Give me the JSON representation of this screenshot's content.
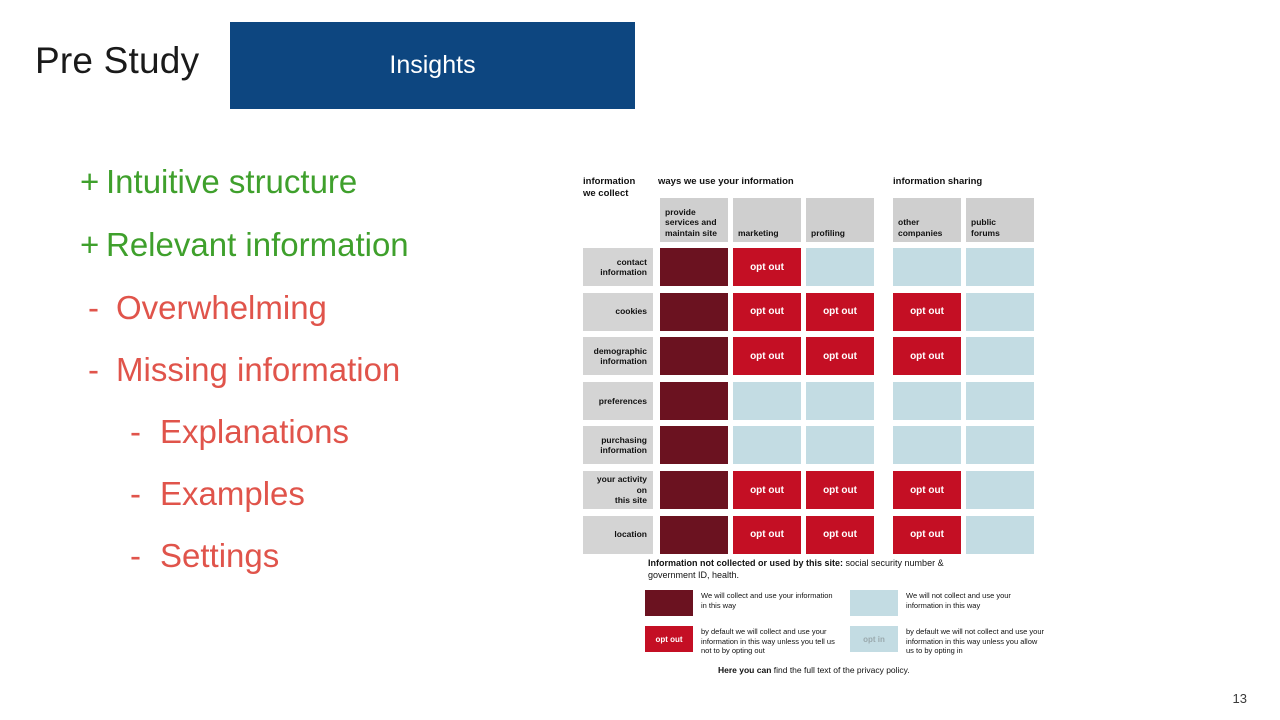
{
  "header": {
    "title": "Pre Study",
    "section_label": "Insights",
    "banner_color": "#0d4680"
  },
  "bullets": [
    {
      "mark": "+",
      "text": "Intuitive structure",
      "level": 0,
      "tone": "positive",
      "color": "#3fa02c"
    },
    {
      "mark": "+",
      "text": "Relevant information",
      "level": 0,
      "tone": "positive",
      "color": "#3fa02c"
    },
    {
      "mark": "-",
      "text": "Overwhelming",
      "level": 1,
      "tone": "negative",
      "color": "#e0544b"
    },
    {
      "mark": "-",
      "text": "Missing information",
      "level": 1,
      "tone": "negative",
      "color": "#e0544b"
    },
    {
      "mark": "-",
      "text": "Explanations",
      "level": 2,
      "tone": "negative",
      "color": "#e0544b"
    },
    {
      "mark": "-",
      "text": "Examples",
      "level": 2,
      "tone": "negative",
      "color": "#e0544b"
    },
    {
      "mark": "-",
      "text": "Settings",
      "level": 2,
      "tone": "negative",
      "color": "#e0544b"
    }
  ],
  "privacy_label": {
    "group_headings": {
      "collect": "information\nwe collect",
      "use": "ways we use your information",
      "sharing": "information sharing"
    },
    "columns": [
      {
        "key": "provide",
        "label": "provide\nservices and\nmaintain site",
        "group": "use"
      },
      {
        "key": "marketing",
        "label": "marketing",
        "group": "use"
      },
      {
        "key": "profiling",
        "label": "profiling",
        "group": "use"
      },
      {
        "key": "other_comp",
        "label": "other\ncompanies",
        "group": "sharing"
      },
      {
        "key": "public_for",
        "label": "public\nforums",
        "group": "sharing"
      }
    ],
    "rows": [
      {
        "label": "contact\ninformation",
        "cells": [
          "collect",
          "optout",
          "notuse",
          "notuse",
          "notuse"
        ]
      },
      {
        "label": "cookies",
        "cells": [
          "collect",
          "optout",
          "optout",
          "optout",
          "notuse"
        ]
      },
      {
        "label": "demographic\ninformation",
        "cells": [
          "collect",
          "optout",
          "optout",
          "optout",
          "notuse"
        ]
      },
      {
        "label": "preferences",
        "cells": [
          "collect",
          "notuse",
          "notuse",
          "notuse",
          "notuse"
        ]
      },
      {
        "label": "purchasing\ninformation",
        "cells": [
          "collect",
          "notuse",
          "notuse",
          "notuse",
          "notuse"
        ]
      },
      {
        "label": "your activity on\nthis site",
        "cells": [
          "collect",
          "optout",
          "optout",
          "optout",
          "notuse"
        ]
      },
      {
        "label": "location",
        "cells": [
          "collect",
          "optout",
          "optout",
          "optout",
          "notuse"
        ]
      }
    ],
    "optout_label": "opt out",
    "optin_label": "opt in",
    "not_collected": {
      "bold": "Information not collected or used by this site:",
      "rest": " social security number & government ID, health."
    },
    "legend": [
      {
        "swatch": "collect",
        "swatch_text": "",
        "text": "We will collect and use your information in this way"
      },
      {
        "swatch": "notuse",
        "swatch_text": "",
        "text": "We will not collect and use your information in this way"
      },
      {
        "swatch": "optout",
        "swatch_text": "opt out",
        "text": "by default we will collect and use your information in this way unless you tell us not to by opting out"
      },
      {
        "swatch": "optin",
        "swatch_text": "opt in",
        "text": "by default we will not collect and use your information in this way unless you allow us to by opting in"
      }
    ],
    "policy_line": {
      "bold": "Here you can",
      "rest": " find the full text of the privacy policy."
    },
    "colors": {
      "collect": "#6b1220",
      "not_collect": "#c3dce3",
      "opt_out": "#c40f24",
      "header_gray": "#cfcfcf"
    }
  },
  "footer": {
    "page_number": "13"
  }
}
